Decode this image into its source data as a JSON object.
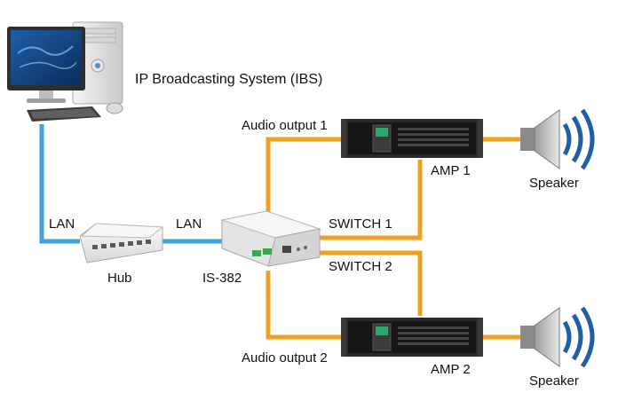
{
  "title": "IP Broadcasting System (IBS)",
  "nodes": {
    "pc": {
      "icon": "computer-icon"
    },
    "hub": {
      "label": "Hub",
      "icon": "hub-icon"
    },
    "is382": {
      "label": "IS-382",
      "icon": "controller-icon"
    },
    "amp1": {
      "label": "AMP 1",
      "icon": "amplifier-icon"
    },
    "amp2": {
      "label": "AMP 2",
      "icon": "amplifier-icon"
    },
    "speaker1": {
      "label": "Speaker",
      "icon": "speaker-icon"
    },
    "speaker2": {
      "label": "Speaker",
      "icon": "speaker-icon"
    }
  },
  "connections": {
    "lan_pc_hub": "LAN",
    "lan_hub_is": "LAN",
    "audio1": "Audio output 1",
    "audio2": "Audio output 2",
    "switch1": "SWITCH 1",
    "switch2": "SWITCH 2"
  },
  "colors": {
    "lan": "#3aa6dd",
    "audio": "#f0a020"
  }
}
